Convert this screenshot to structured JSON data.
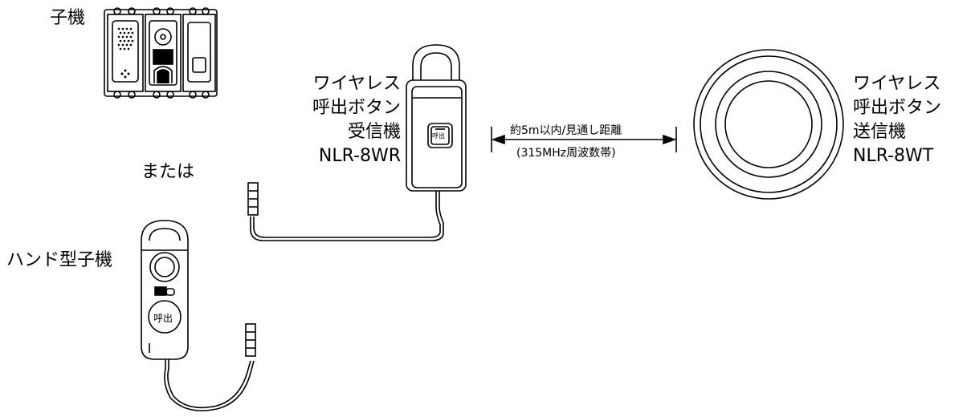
{
  "labels": {
    "koki": "子機",
    "mataha": "または",
    "hand": "ハンド型子機",
    "receiver": [
      "ワイヤレス",
      "呼出ボタン",
      "受信機",
      "NLR-8WR"
    ],
    "transmitter": [
      "ワイヤレス",
      "呼出ボタン",
      "送信機",
      "NLR-8WT"
    ],
    "distance": "約5m以内/見通し距離",
    "frequency": "(315MHz周波数帯)",
    "button_small": "呼出",
    "button_hand": "呼出"
  }
}
